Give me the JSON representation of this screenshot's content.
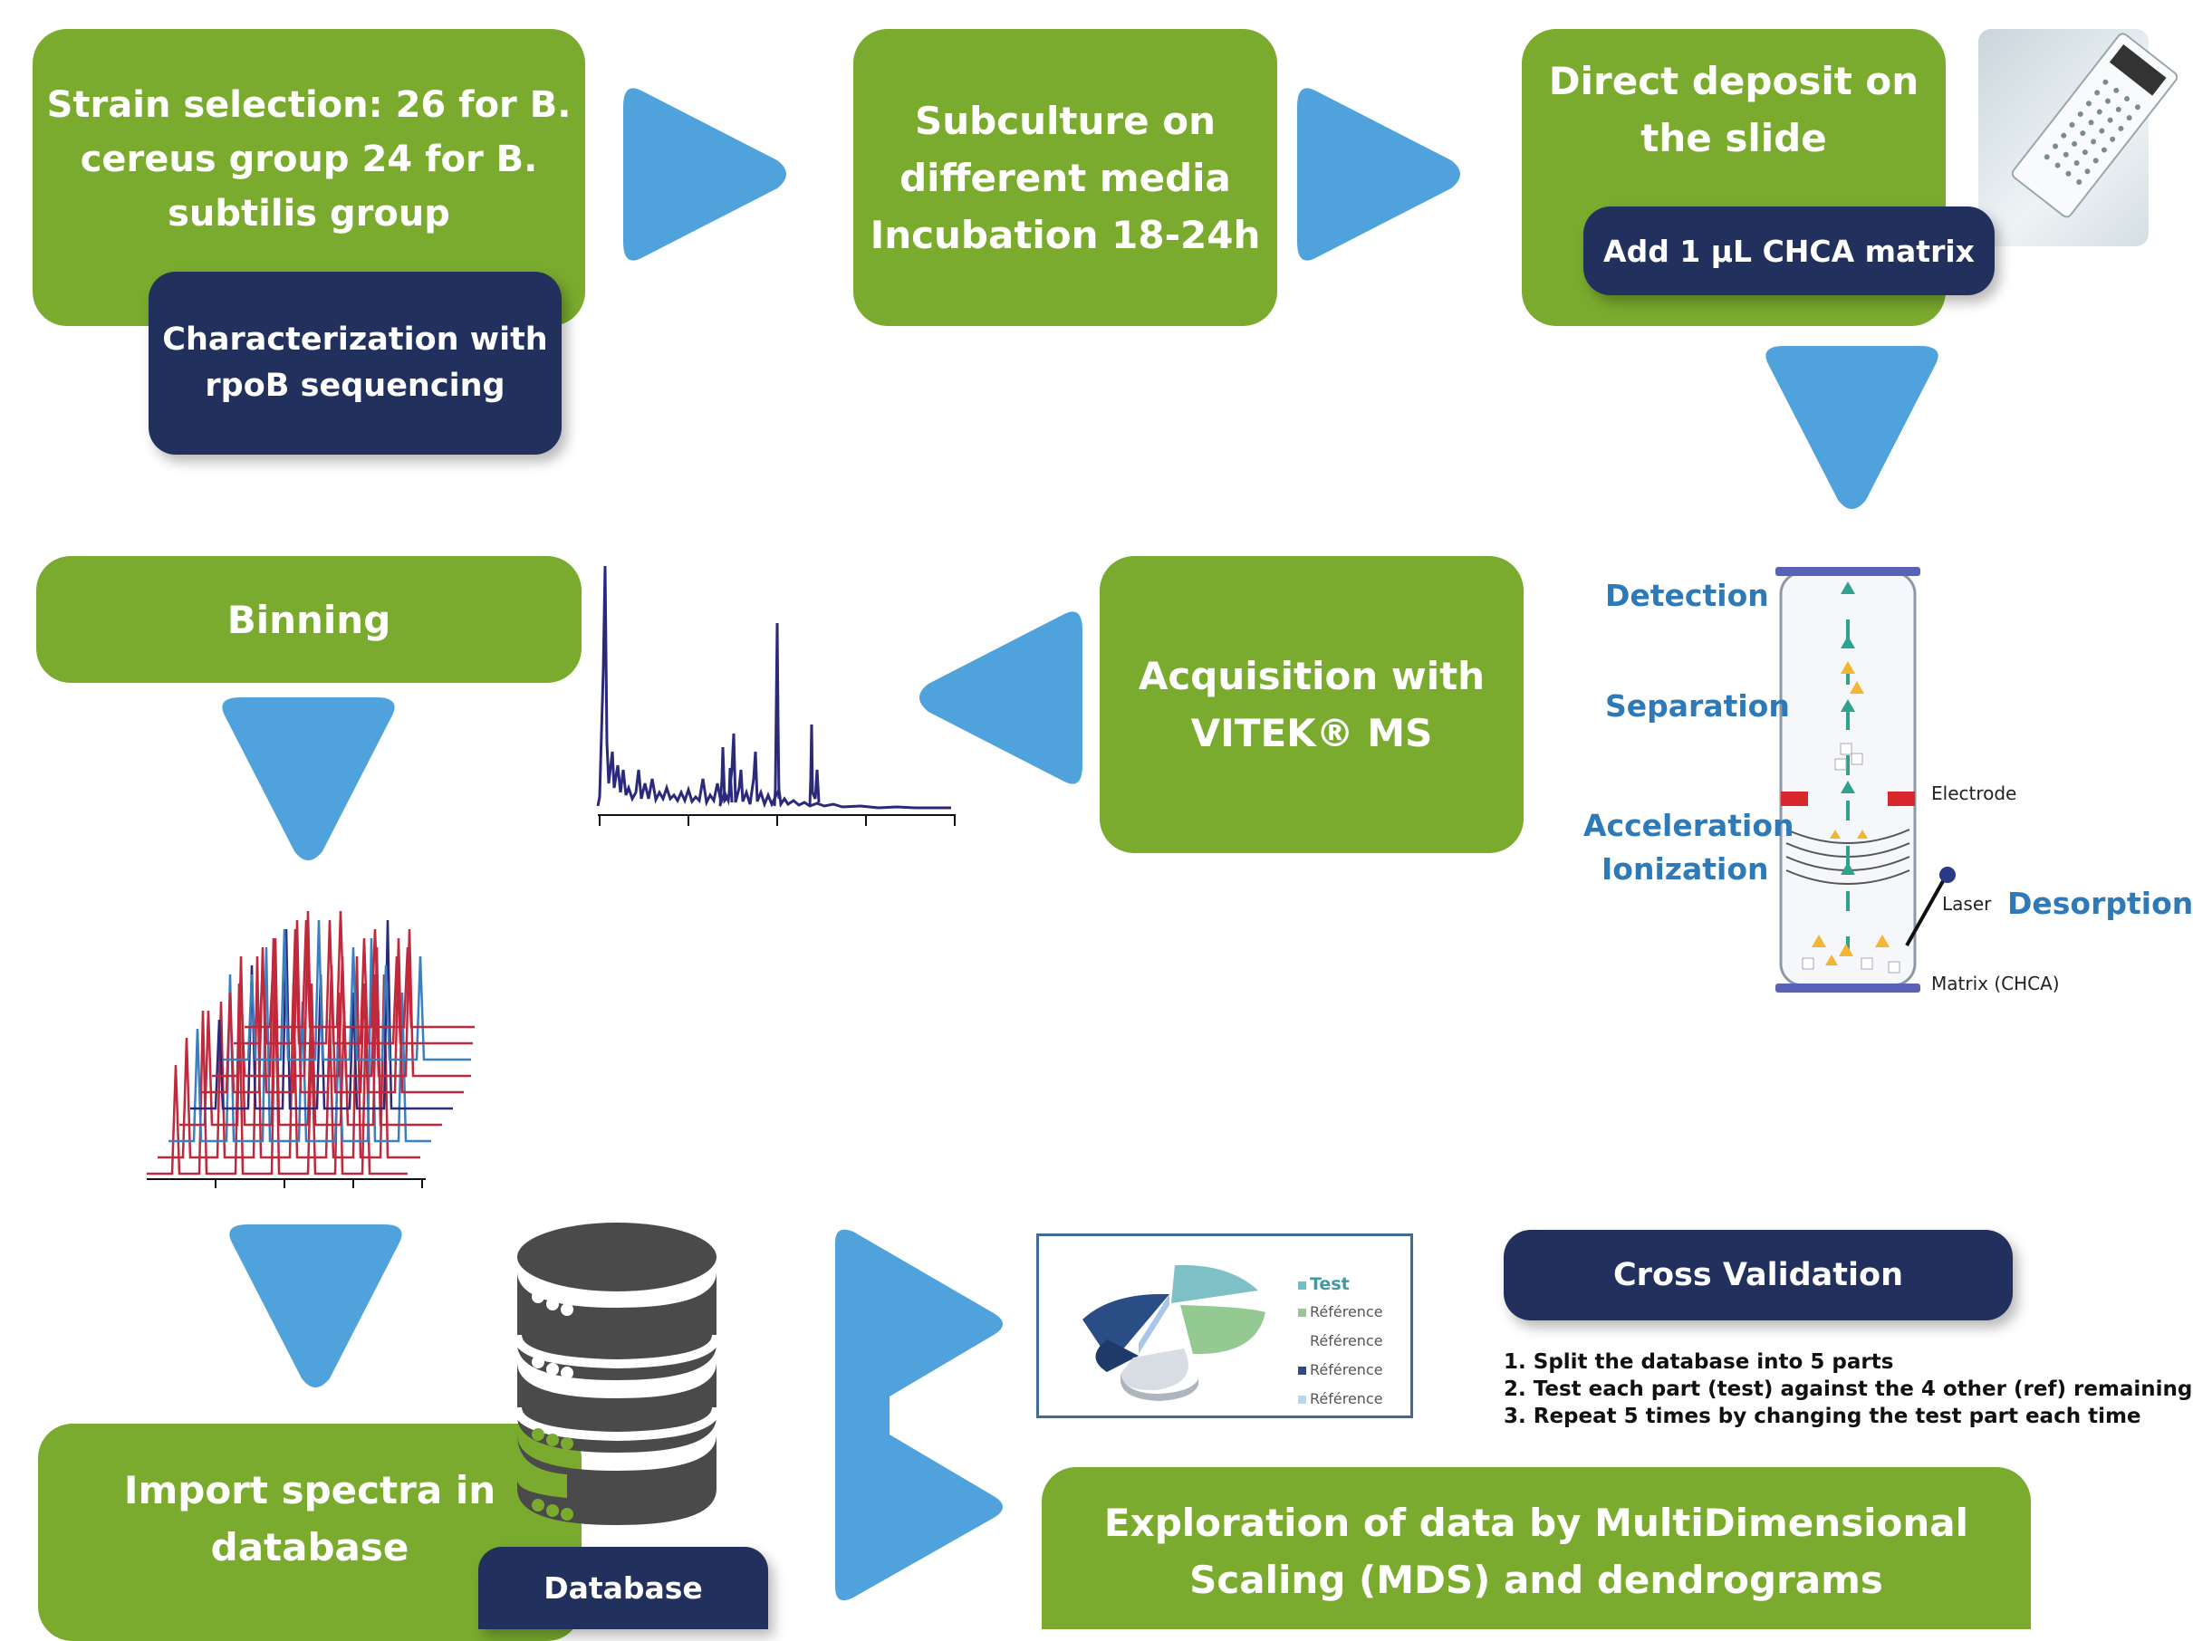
{
  "boxes": {
    "strain": {
      "lines": [
        "Strain selection:",
        "26 for B. cereus group",
        "24 for B. subtilis group"
      ]
    },
    "charact": {
      "lines": [
        "Characterization",
        "with rpoB",
        "sequencing"
      ]
    },
    "subculture": {
      "lines": [
        "Subculture on",
        "different media",
        "Incubation 18-24h"
      ]
    },
    "deposit": {
      "lines": [
        "Direct deposit",
        "on the slide"
      ]
    },
    "matrix": {
      "label": "Add 1 µL CHCA matrix"
    },
    "binning": {
      "label": "Binning"
    },
    "acquisition": {
      "lines": [
        "Acquisition",
        "with",
        "VITEK® MS"
      ]
    },
    "import": {
      "lines": [
        "Import spectra",
        "in database"
      ]
    },
    "database": {
      "label": "Database"
    },
    "cross": {
      "label": "Cross Validation"
    },
    "exploration": {
      "lines": [
        "Exploration of data by MultiDimensional",
        "Scaling (MDS) and dendrograms"
      ]
    }
  },
  "maldi": {
    "labels": [
      "Detection",
      "Separation",
      "Acceleration",
      "Ionization",
      "Desorption"
    ],
    "small": [
      "Electrode",
      "Laser",
      "Matrix (CHCA)"
    ]
  },
  "pie_legend": [
    "Test",
    "Référence",
    "Référence",
    "Référence",
    "Référence"
  ],
  "cross_steps": [
    "1. Split the database into 5 parts",
    "2. Test each part (test) against the 4 other (ref) remaining",
    "3. Repeat 5 times by changing the test part each time"
  ],
  "colors": {
    "green": "#7aab2e",
    "navy": "#22305e",
    "arrow": "#4fa2db",
    "spectrum": "#2b2a7a",
    "stack_red": "#c0283c",
    "stack_blue": "#3a7fc0"
  }
}
